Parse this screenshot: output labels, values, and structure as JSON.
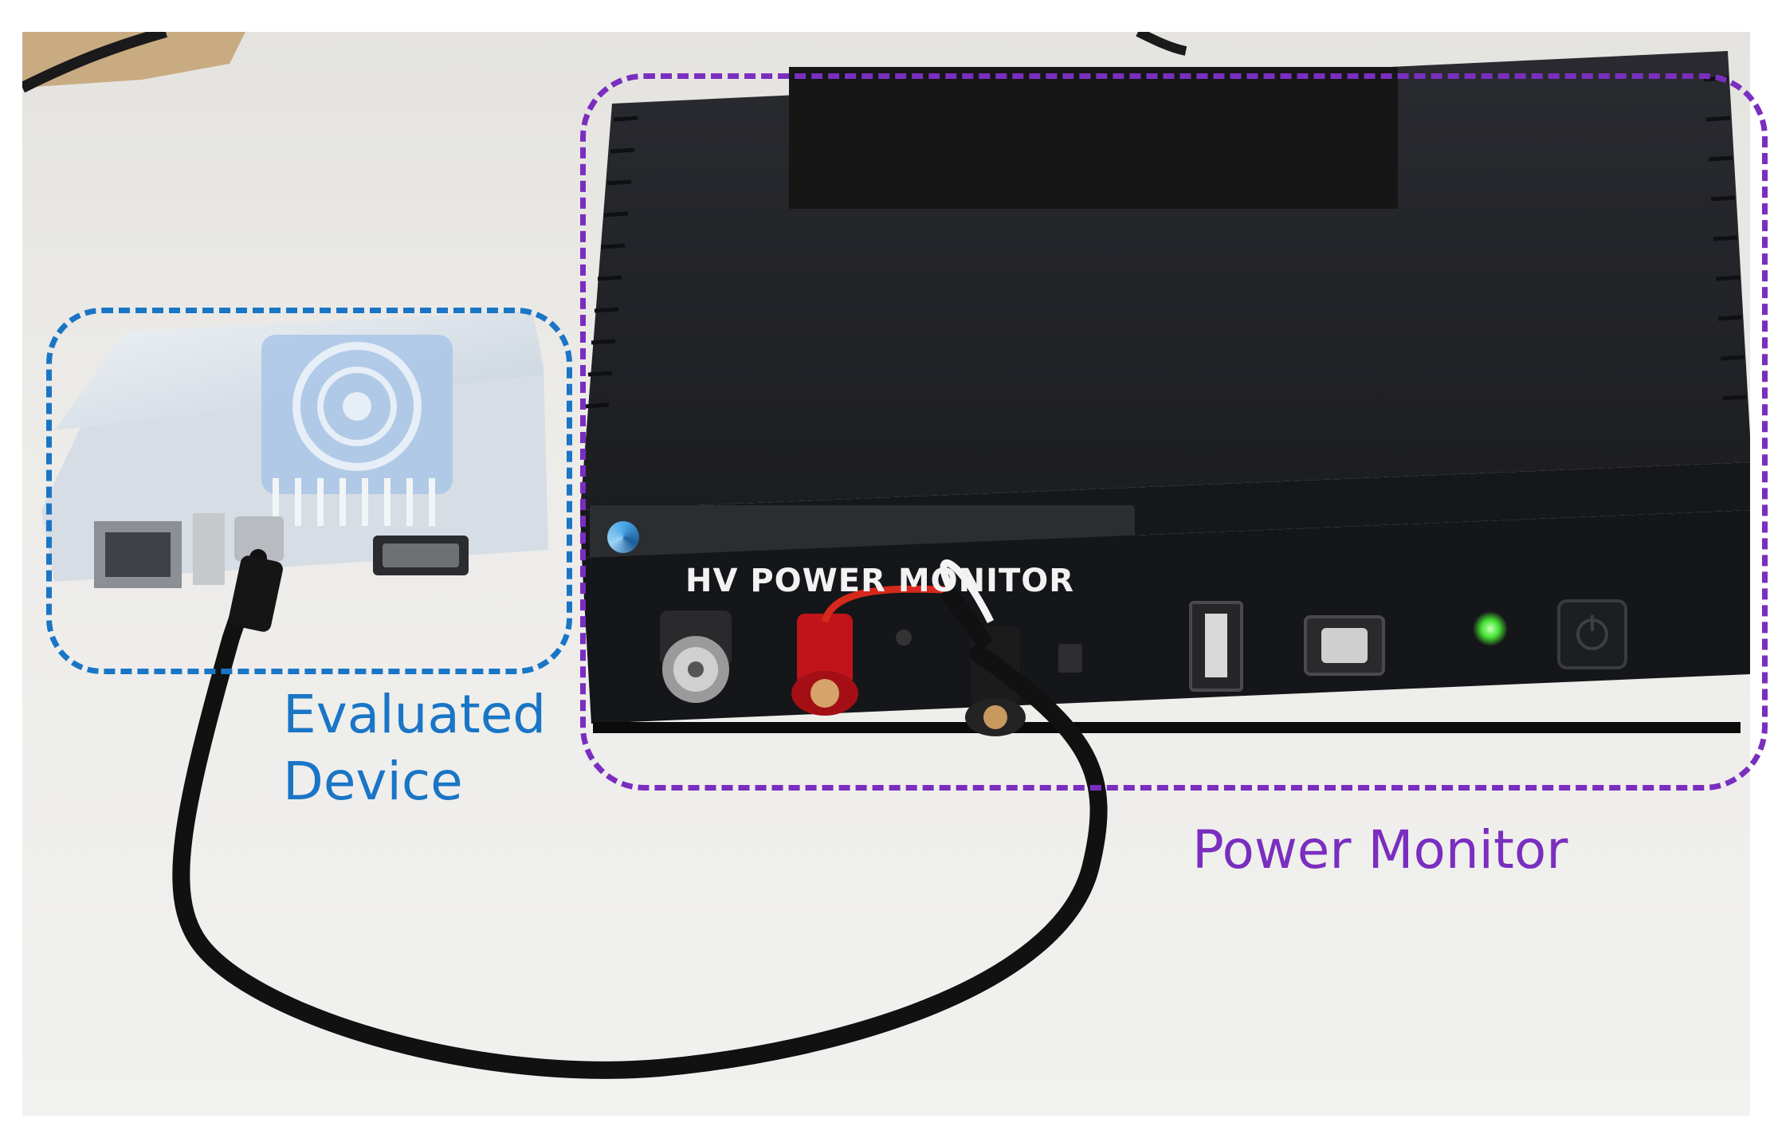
{
  "image": {
    "subject": "photo-of-hardware-setup",
    "background_color": "#ffffff",
    "table_color": "#ececea"
  },
  "device_label": {
    "line1": "Evaluated",
    "line2": "Device",
    "color": "#1a75c6"
  },
  "monitor_label": {
    "text": "Power Monitor",
    "color": "#7a2ebf"
  },
  "monitor_brand": {
    "text": "HV POWER MONITOR",
    "logo_icon": "swirl-logo-icon"
  },
  "colors": {
    "monitor_body": "#1d1e21",
    "monitor_top": "#25262a",
    "redacted_block": "#161616",
    "case_clear": "#d9e2ea",
    "case_blue_fan": "#a9c6e6",
    "red_terminal": "#c0141a",
    "black_terminal": "#1b1b1b",
    "led_green": "#44e233",
    "cable": "#111111",
    "wire_red": "#d6281c",
    "wire_white": "#f4f4f4"
  }
}
